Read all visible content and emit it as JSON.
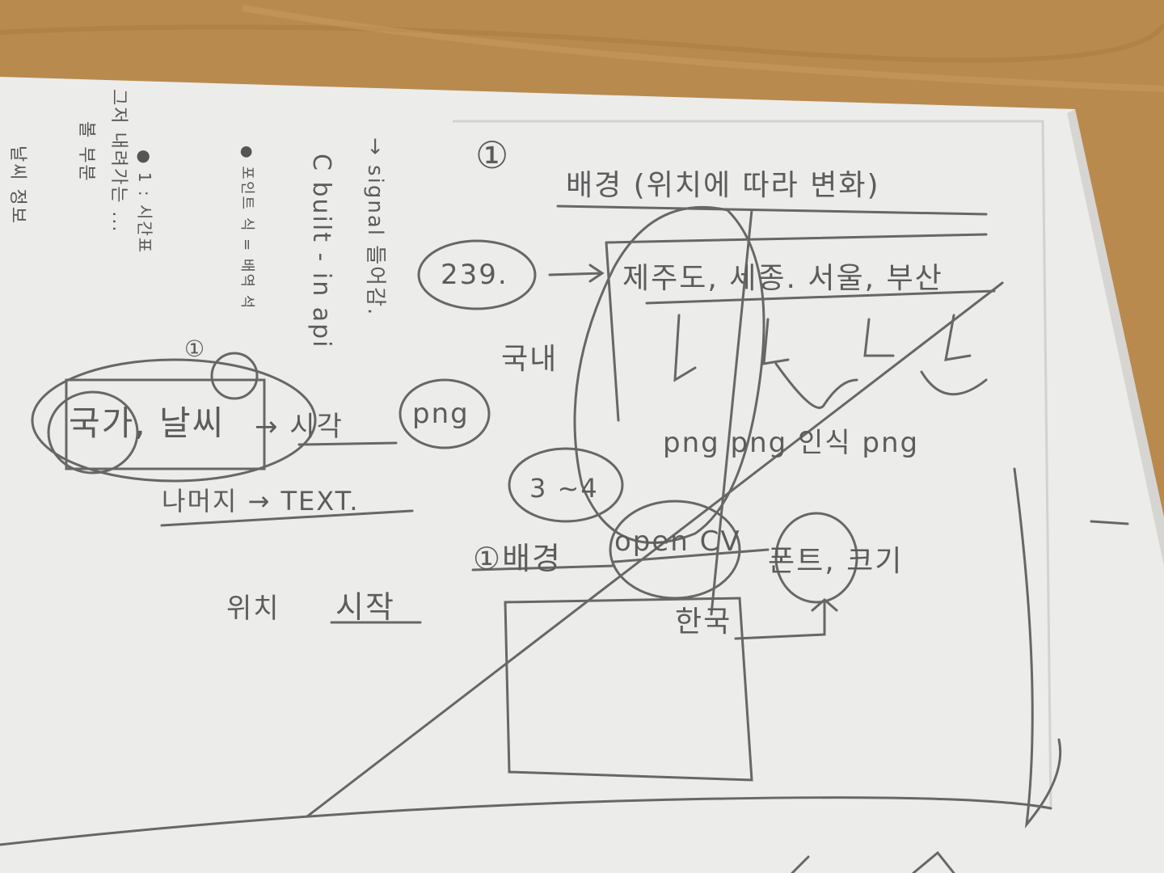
{
  "colors": {
    "desk": "#b98a4e",
    "paper": "#ececea",
    "pencil": "#5f5f5f"
  },
  "notes": {
    "margin_lines": [
      "그저 내려가는 ...",
      "볼 부분",
      "날씨 정보",
      "● 1 : 시간표",
      "● 포인트 식 = 배역 석"
    ],
    "margin_api_1": "C built - in api",
    "margin_api_2": "→ signal 들어감.",
    "circle_num_small": "①",
    "box_text": "국가, 날씨",
    "arrow_time": "→ 시각",
    "png_left": "png",
    "rest_text": "나머지 → TEXT.",
    "circle_num_big": "①",
    "bg_title": "배경 (위치에 따라 변화)",
    "num_239": "239.",
    "cities": "제주도, 세종. 서울, 부산",
    "country": "국내",
    "png_row": "png   png   인식   png",
    "three": "3 ~4",
    "position_label": "위치",
    "start_label": "시작",
    "step1": "①배경",
    "opencv": "open CV",
    "font_size": "폰트, 크기",
    "korean": "한국"
  }
}
